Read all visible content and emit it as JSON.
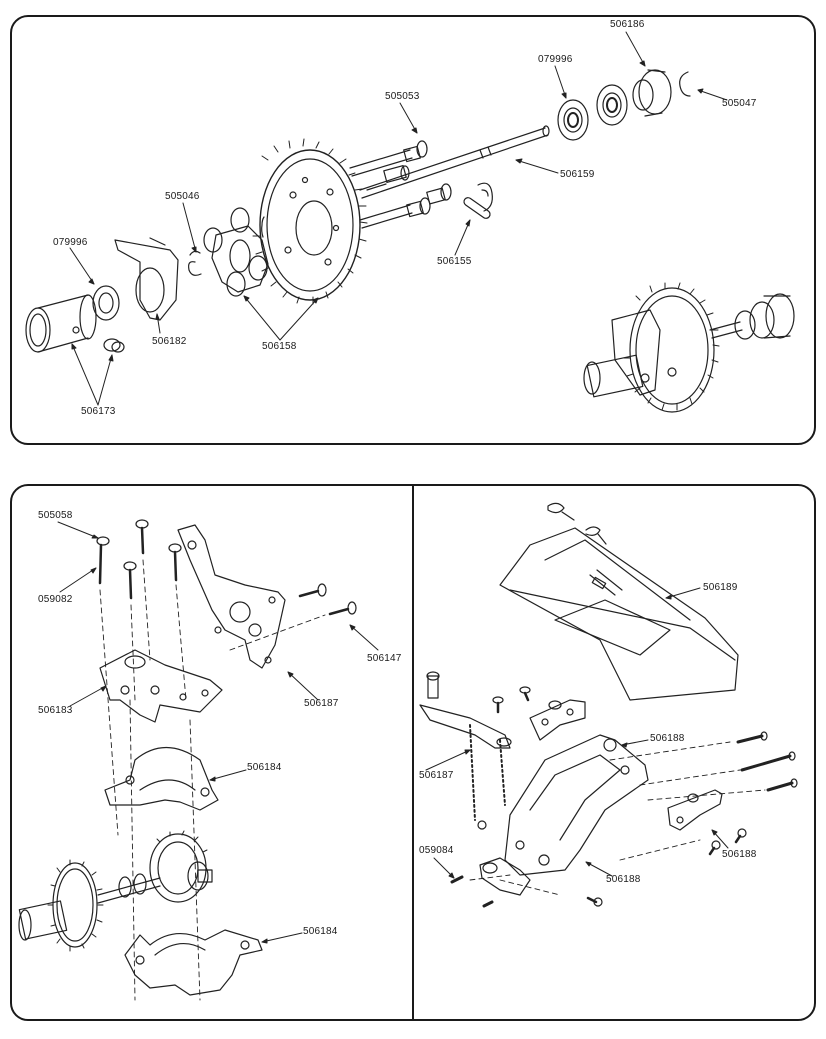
{
  "top_panel": {
    "labels": [
      "506186",
      "079996",
      "505053",
      "505047",
      "506159",
      "505046",
      "079996",
      "506155",
      "506182",
      "506158",
      "506173"
    ]
  },
  "bottom_left_panel": {
    "labels": [
      "505058",
      "059082",
      "506147",
      "506183",
      "506187",
      "506184",
      "506184"
    ]
  },
  "bottom_right_panel": {
    "labels": [
      "506189",
      "506188",
      "506187",
      "059084",
      "506188",
      "506188"
    ]
  }
}
